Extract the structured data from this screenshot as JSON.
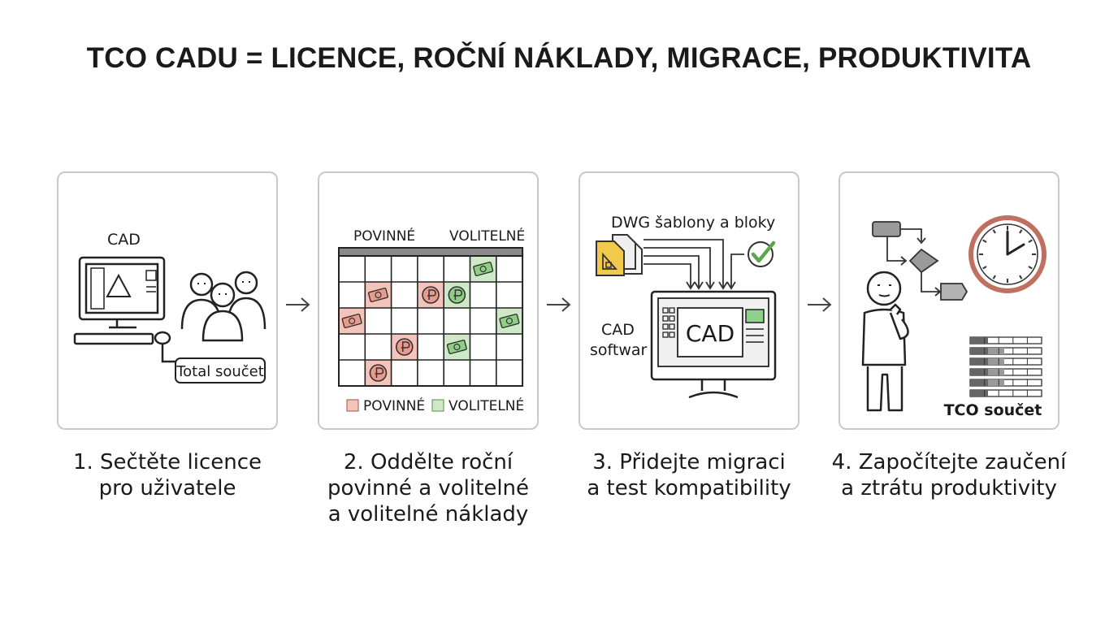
{
  "title": "TCO CADU = LICENCE, ROČNÍ NÁKLADY, MIGRACE, PRODUKTIVITA",
  "colors": {
    "mandatory": "#f3c4bc",
    "optional": "#cfe8c8",
    "accent_green": "#5aa84a",
    "clock_ring": "#c0705e",
    "border": "#c9c9c9"
  },
  "steps": [
    {
      "caption": [
        "1. Sečtěte licence",
        "pro uživatele"
      ],
      "labels": {
        "cad": "CAD",
        "total": "Total součet"
      },
      "icons": [
        "computer-icon",
        "users-icon",
        "mouse-icon"
      ]
    },
    {
      "caption": [
        "2. Oddělte roční",
        "povinné a volitelné",
        "a volitelné náklady"
      ],
      "labels": {
        "col_mandatory": "POVINNÉ",
        "col_optional": "VOLITELNÉ",
        "legend_mandatory": "POVINNÉ",
        "legend_optional": "VOLITELNÉ"
      },
      "icons": [
        "calendar-grid-icon",
        "money-icon",
        "coin-icon"
      ]
    },
    {
      "caption": [
        "3. Přidejte migraci",
        "a test kompatibility"
      ],
      "labels": {
        "files": "DWG šablony a bloky",
        "software_line1": "CAD",
        "software_line2": "softwar",
        "screen": "CAD"
      },
      "icons": [
        "document-stack-icon",
        "checkmark-icon",
        "monitor-icon"
      ]
    },
    {
      "caption": [
        "4. Započítejte zaučení",
        "a ztrátu produktivity"
      ],
      "labels": {
        "sum": "TCO součet"
      },
      "icons": [
        "flowchart-icon",
        "clock-icon",
        "thinking-person-icon",
        "table-icon"
      ]
    }
  ]
}
